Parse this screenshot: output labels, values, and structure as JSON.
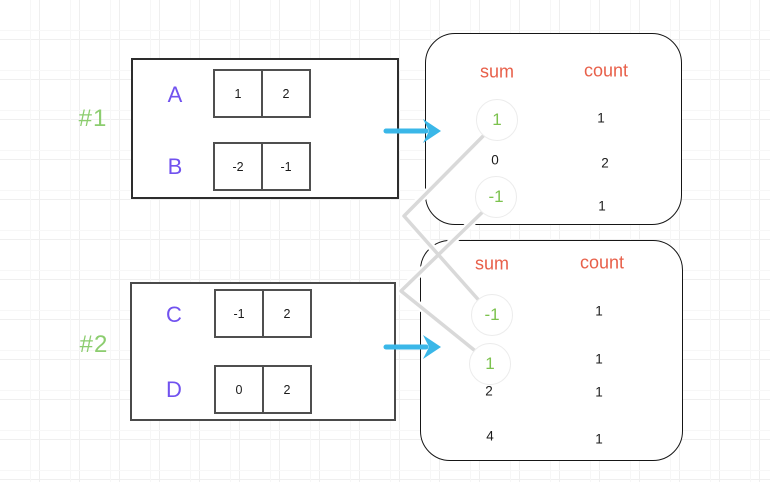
{
  "diagram_title": "prefix-sum examples mapping arrays to sum/count tables",
  "colors": {
    "example_label_green": "#8ccd6f",
    "array_name_purple": "#7152ef",
    "header_orange": "#e8604a",
    "highlight_green": "#7cc24e",
    "arrow_cyan": "#3ab7e8",
    "connector_gray": "#d9d9d9"
  },
  "examples": [
    {
      "label": "#1",
      "arrays": [
        {
          "name": "A",
          "cells": [
            "1",
            "2"
          ]
        },
        {
          "name": "B",
          "cells": [
            "-2",
            "-1"
          ]
        }
      ],
      "table": {
        "sum_header": "sum",
        "count_header": "count",
        "rows": [
          {
            "sum": "1",
            "count": "1",
            "highlighted": true
          },
          {
            "sum": "0",
            "count": "2",
            "highlighted": false
          },
          {
            "sum": "-1",
            "count": "1",
            "highlighted": true
          }
        ]
      }
    },
    {
      "label": "#2",
      "arrays": [
        {
          "name": "C",
          "cells": [
            "-1",
            "2"
          ]
        },
        {
          "name": "D",
          "cells": [
            "0",
            "2"
          ]
        }
      ],
      "table": {
        "sum_header": "sum",
        "count_header": "count",
        "rows": [
          {
            "sum": "-1",
            "count": "1",
            "highlighted": true
          },
          {
            "sum": "1",
            "count": "1",
            "highlighted": true
          },
          {
            "sum": "2",
            "count": "1",
            "highlighted": false
          },
          {
            "sum": "4",
            "count": "1",
            "highlighted": false
          }
        ]
      }
    }
  ],
  "connections": [
    {
      "from": "example1.sum.1",
      "to": "example2.sum.-1"
    },
    {
      "from": "example1.sum.-1",
      "to": "example2.sum.1"
    }
  ]
}
